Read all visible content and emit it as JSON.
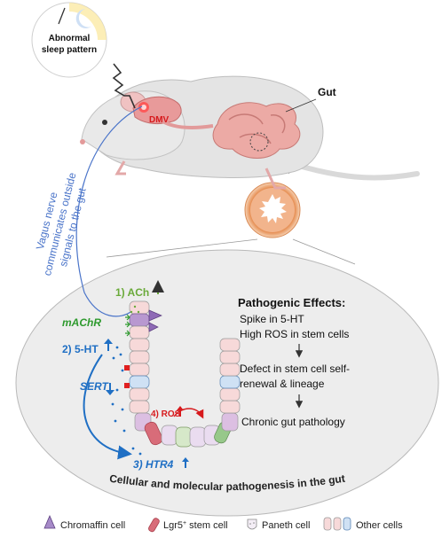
{
  "sleep": {
    "line1": "Abnormal",
    "line2": "sleep pattern"
  },
  "mouse": {
    "brain_label": "DMV",
    "gut_label": "Gut"
  },
  "vagus": {
    "line1": "Vagus nerve",
    "line2": "communicates outside",
    "line3": "signals to the gut"
  },
  "markers": {
    "ach": "1) ACh",
    "machr": "mAChR",
    "serotonin": "2) 5-HT",
    "sert": "SERT",
    "ros": "4) ROS",
    "htr4": "3) HTR4"
  },
  "effects": {
    "title": "Pathogenic Effects:",
    "item1": "Spike in 5-HT",
    "item2": "High ROS in stem cells",
    "item3a": "Defect in stem cell self-",
    "item3b": "renewal & lineage",
    "item4": "Chronic gut pathology"
  },
  "caption": "Cellular and molecular pathogenesis in the gut",
  "legend": {
    "chromaffin": "Chromaffin cell",
    "lgr5_pre": "Lgr5",
    "lgr5_sup": "+",
    "lgr5_post": " stem cell",
    "paneth": "Paneth cell",
    "other": "Other cells"
  },
  "colors": {
    "ach_green": "#6aaa3a",
    "machr_green": "#2e9a2e",
    "serotonin_blue": "#1f6fc4",
    "ros_red": "#d7191c",
    "vagus_blue": "#4a74c9",
    "mouse_gray": "#e6e6e6",
    "gut_pink": "#e8a0a0"
  }
}
